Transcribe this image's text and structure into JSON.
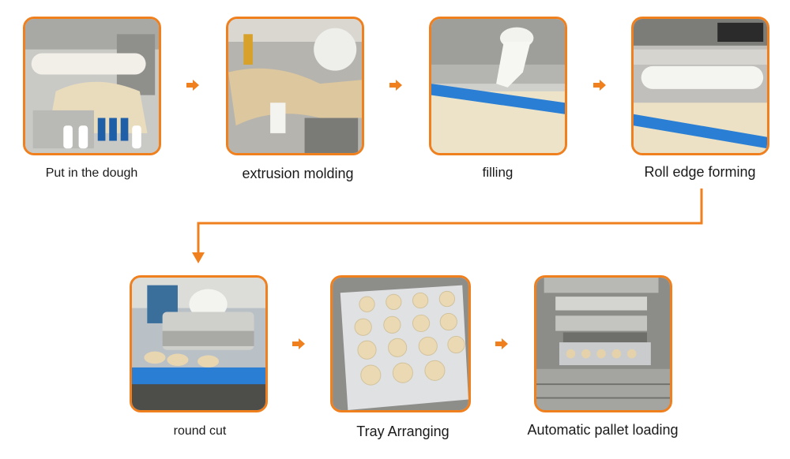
{
  "steps": [
    {
      "label": "Put in the dough"
    },
    {
      "label": "extrusion molding"
    },
    {
      "label": "filling"
    },
    {
      "label": "Roll edge forming"
    },
    {
      "label": "round cut"
    },
    {
      "label": "Tray Arranging"
    },
    {
      "label": "Automatic pallet loading"
    }
  ],
  "colors": {
    "accent": "#f07f1d",
    "text": "#1a1a1a"
  }
}
